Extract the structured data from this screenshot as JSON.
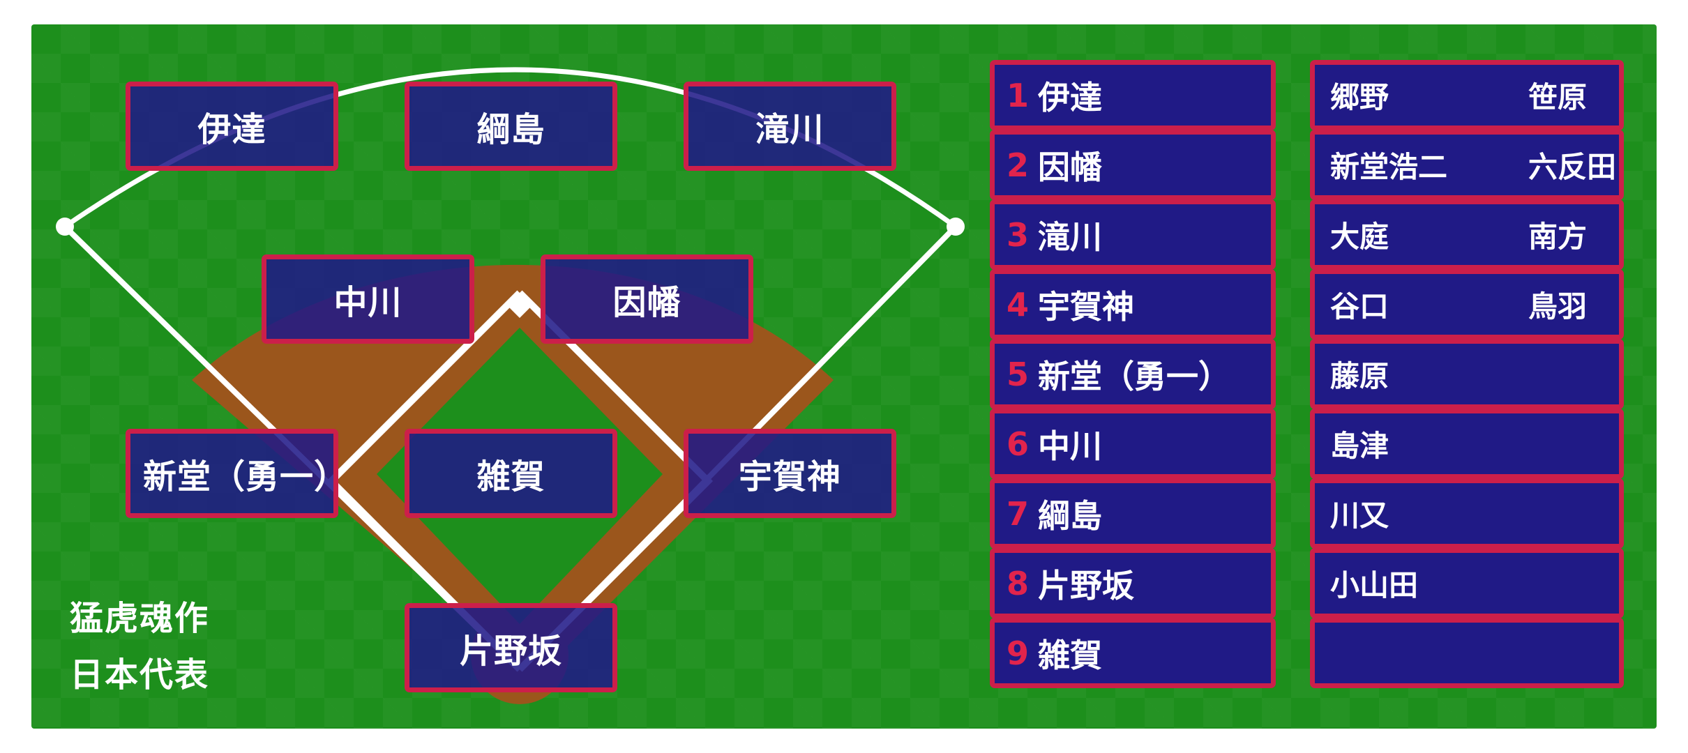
{
  "colors": {
    "grass": "#1d8f1c",
    "infield_dirt": "#9b561c",
    "chalk_line": "#ffffff",
    "tile_fill": "#201a86",
    "tile_border": "#cc1f4a",
    "order_number": "#e2244c"
  },
  "field_positions": {
    "lf": "伊達",
    "cf": "綱島",
    "rf": "滝川",
    "ss": "中川",
    "2b": "因幡",
    "3b": "新堂（勇一）",
    "p": "雑賀",
    "1b": "宇賀神",
    "c": "片野坂"
  },
  "team": {
    "line1": "猛虎魂作",
    "line2": "日本代表"
  },
  "batting_order": [
    {
      "num": "1",
      "name": "伊達"
    },
    {
      "num": "2",
      "name": "因幡"
    },
    {
      "num": "3",
      "name": "滝川"
    },
    {
      "num": "4",
      "name": "宇賀神"
    },
    {
      "num": "5",
      "name": "新堂（勇一）"
    },
    {
      "num": "6",
      "name": "中川"
    },
    {
      "num": "7",
      "name": "綱島"
    },
    {
      "num": "8",
      "name": "片野坂"
    },
    {
      "num": "9",
      "name": "雑賀"
    }
  ],
  "bench": [
    {
      "a": "郷野",
      "b": "笹原"
    },
    {
      "a": "新堂浩二",
      "b": "六反田"
    },
    {
      "a": "大庭",
      "b": "南方"
    },
    {
      "a": "谷口",
      "b": "鳥羽"
    },
    {
      "a": "藤原",
      "b": ""
    },
    {
      "a": "島津",
      "b": ""
    },
    {
      "a": "川又",
      "b": ""
    },
    {
      "a": "小山田",
      "b": ""
    },
    {
      "a": "",
      "b": ""
    }
  ]
}
